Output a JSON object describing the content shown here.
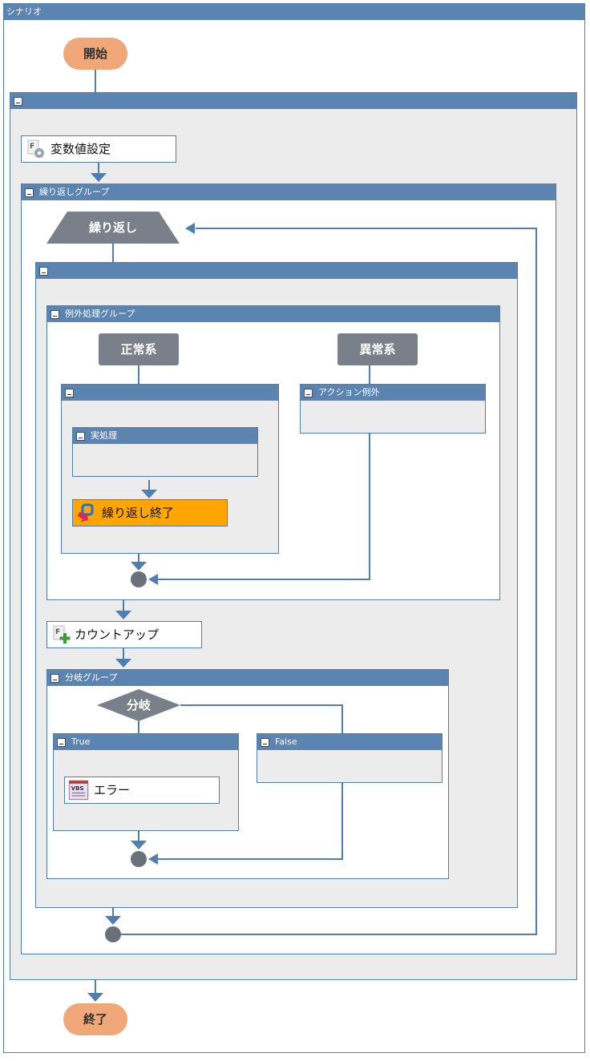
{
  "scenario": {
    "title": "シナリオ"
  },
  "start": {
    "label": "開始"
  },
  "end": {
    "label": "終了"
  },
  "set_variable": {
    "label": "変数値設定"
  },
  "loop_group": {
    "title": "繰り返しグループ",
    "loop_label": "繰り返し"
  },
  "exception_group": {
    "title": "例外処理グループ",
    "normal_label": "正常系",
    "error_label": "異常系",
    "action_exception_title": "アクション例外",
    "real_process_title": "実処理",
    "loop_end_label": "繰り返し終了"
  },
  "count_up": {
    "label": "カウントアップ"
  },
  "branch_group": {
    "title": "分岐グループ",
    "branch_label": "分岐",
    "true_title": "True",
    "false_title": "False",
    "error_action_label": "エラー",
    "vbs_icon_text": "VBS"
  },
  "colors": {
    "header": "#5b84b1",
    "border": "#4f7fb0",
    "group_bg": "#ececec",
    "terminal": "#f0a878",
    "node_gray": "#7a808a",
    "highlight": "#ffa500"
  }
}
